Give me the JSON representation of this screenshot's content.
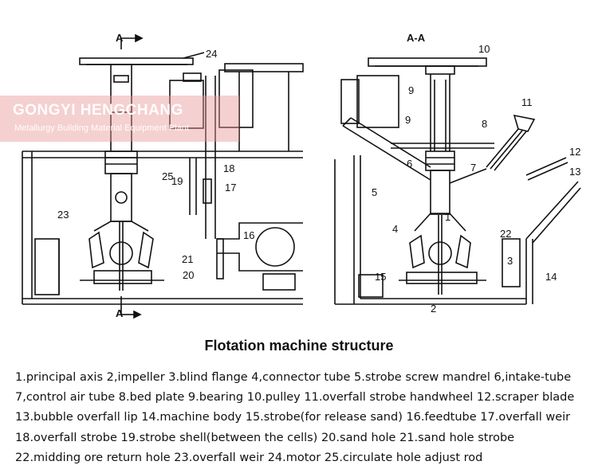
{
  "watermark": {
    "title": "GONGYI HENGCHANG",
    "subtitle": "Metallurgy Building Material Equipment Plant"
  },
  "section_labels": {
    "left_top": "A",
    "left_bottom": "A",
    "right": "A-A"
  },
  "callouts": [
    "1",
    "2",
    "3",
    "4",
    "5",
    "6",
    "7",
    "8",
    "9",
    "10",
    "11",
    "12",
    "13",
    "14",
    "15",
    "16",
    "17",
    "18",
    "19",
    "20",
    "21",
    "22",
    "23",
    "24",
    "25"
  ],
  "caption": "Flotation machine structure",
  "legend_lines": [
    "1.principal axis  2,impeller  3.blind flange  4,connector tube  5.strobe screw mandrel  6,intake-tube",
    "7,control air tube  8.bed plate  9.bearing  10.pulley  11.overfall strobe handwheel 12.scraper blade",
    "13.bubble overfall lip  14.machine body  15.strobe(for release sand)  16.feedtube  17.overfall weir",
    "18.overfall strobe  19.strobe shell(between the cells)  20.sand hole  21.sand hole strobe",
    "22.midding ore return hole  23.overfall weir  24.motor  25.circulate hole adjust rod"
  ]
}
